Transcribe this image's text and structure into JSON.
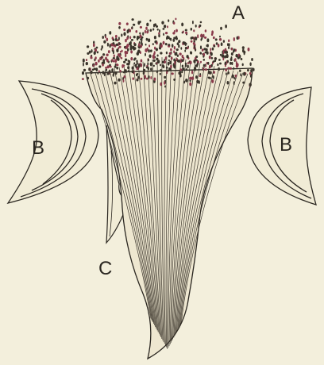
{
  "labels": {
    "a": "A",
    "b_left": "B",
    "b_right": "B",
    "c": "C"
  },
  "colors": {
    "paper": "#f3efdc",
    "ink": "#2a2620",
    "stipple": "#8a3a4a"
  }
}
